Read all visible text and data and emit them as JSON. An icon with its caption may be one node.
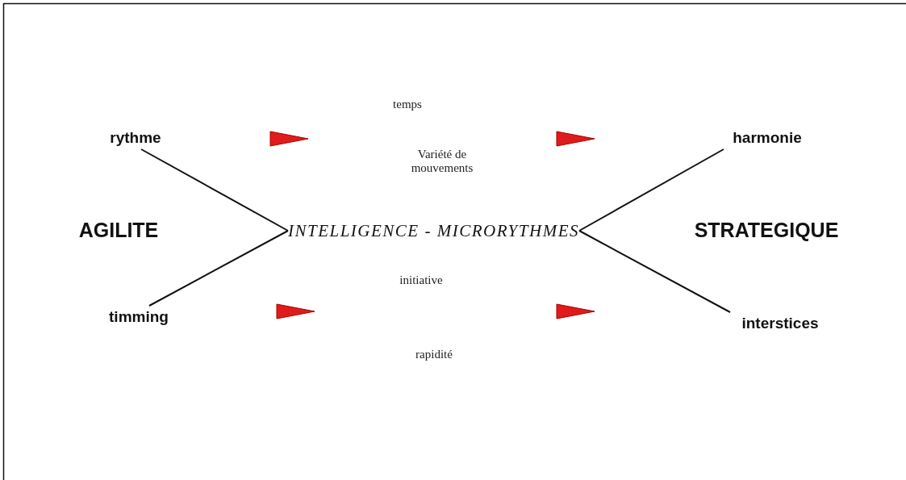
{
  "diagram": {
    "nodes": [
      {
        "text": [
          "rythme"
        ]
      },
      {
        "text": [
          "harmonie"
        ]
      },
      {
        "text": [
          "AGILITE"
        ]
      },
      {
        "text": [
          "INTELLIGENCE - MICRORYTHMES"
        ]
      },
      {
        "text": [
          "STRATEGIQUE"
        ]
      },
      {
        "text": [
          "timming"
        ]
      },
      {
        "text": [
          "interstices"
        ]
      }
    ],
    "edges": [
      {
        "from": 0,
        "to": 3,
        "arrow": "none"
      },
      {
        "from": 5,
        "to": 3,
        "arrow": "none"
      },
      {
        "from": 1,
        "to": 3,
        "arrow": "none"
      },
      {
        "from": 6,
        "to": 3,
        "arrow": "none"
      }
    ],
    "labels": [
      "temps",
      "Variété de mouvements",
      "initiative",
      "rapidité"
    ]
  }
}
